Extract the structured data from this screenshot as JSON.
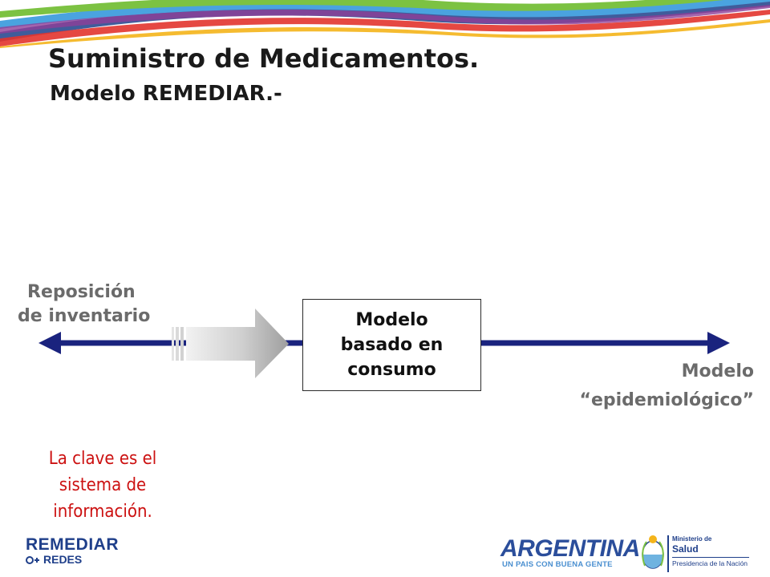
{
  "title": "Suministro de Medicamentos.",
  "subtitle": "Modelo REMEDIAR.-",
  "diagram": {
    "left_label": [
      "Reposición",
      "de inventario"
    ],
    "center_label": [
      "Modelo",
      "basado en",
      "consumo"
    ],
    "right_label": [
      "Modelo",
      "“epidemiológico”"
    ]
  },
  "key_note": [
    "La clave es el",
    "sistema de",
    "información."
  ],
  "logos": {
    "remediar_main": "REMEDIAR",
    "remediar_sub": "REDES",
    "argentina_main": "ARGENTINA",
    "argentina_sub": "UN PAIS CON BUENA GENTE",
    "ministerio_line1": "Ministerio de",
    "ministerio_line2": "Salud",
    "ministerio_line3": "Presidencia de la Nación"
  },
  "colors": {
    "axis_arrow": "#1a237e",
    "key_note": "#cc1111",
    "label_gray": "#6b6b6b",
    "brand_blue": "#1f3f8a"
  },
  "icons": [
    "left-arrowhead-icon",
    "right-arrowhead-icon",
    "gray-block-arrow-icon",
    "swoosh-header-decoration",
    "plus-icon",
    "shield-icon"
  ]
}
